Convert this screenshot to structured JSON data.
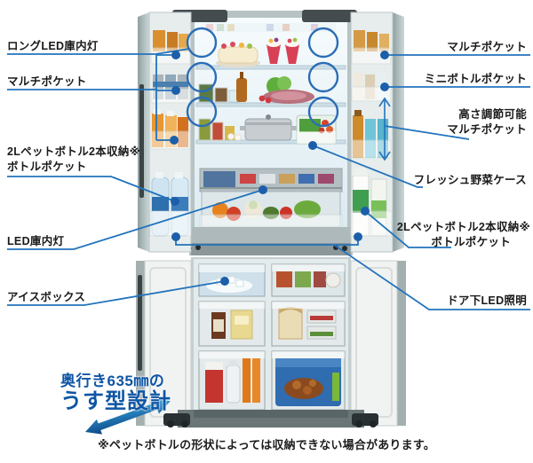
{
  "callouts": {
    "left": [
      {
        "label": "ロングLED庫内灯"
      },
      {
        "label": "マルチポケット"
      },
      {
        "label": "2Lペットボトル2本収納※",
        "label2": "ボトルポケット"
      },
      {
        "label": "LED庫内灯"
      },
      {
        "label": "アイスボックス"
      }
    ],
    "right": [
      {
        "label": "マルチポケット"
      },
      {
        "label": "ミニボトルポケット"
      },
      {
        "label": "高さ調節可能",
        "label2": "マルチポケット"
      },
      {
        "label": "フレッシュ野菜ケース"
      },
      {
        "label": "2Lペットボトル2本収納※",
        "label2": "ボトルポケット"
      },
      {
        "label": "ドア下LED照明"
      }
    ]
  },
  "badge": {
    "line1": "奥行き635㎜の",
    "line2": "うす型設計"
  },
  "footnote": "※ペットボトルの形状によっては収納できない場合があります。",
  "icons": {
    "led_highlight_circle": "blue outline circle marking interior LED lamp",
    "callout_dot": "solid blue endpoint dot",
    "height_adjust_arrow": "vertical double-headed arrow",
    "depth_arrow": "diagonal double-headed gradient arrow"
  },
  "colors": {
    "callout_line": "#2273bd",
    "callout_dot": "#1c5ea9",
    "led_circle": "#2a6db6",
    "label_text": "#1a1a1a",
    "badge_blue": "#0f55a4",
    "depth_arrow_dark": "#0a3e7e",
    "depth_arrow_light": "#38abe2"
  }
}
